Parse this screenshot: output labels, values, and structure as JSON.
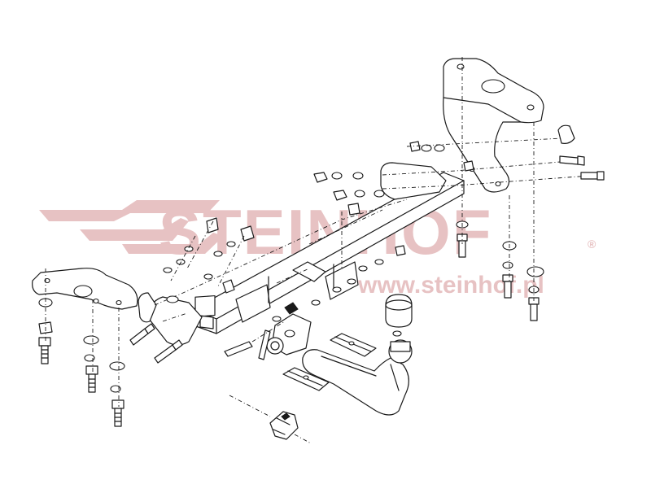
{
  "logo": {
    "brand": "STEINHOF",
    "registered": "®",
    "url": "www.steinhof.pl",
    "color": "#e7c2c3"
  },
  "diagram": {
    "line_color": "#1a1a1a",
    "background": "#ffffff",
    "parts": [
      "main-crossbar",
      "left-mounting-bracket",
      "right-mounting-bracket",
      "tow-ball-neck",
      "tow-ball-cap",
      "ball-clamp-plate",
      "socket-plate",
      "electrical-socket",
      "bolts",
      "nuts",
      "washers"
    ]
  }
}
